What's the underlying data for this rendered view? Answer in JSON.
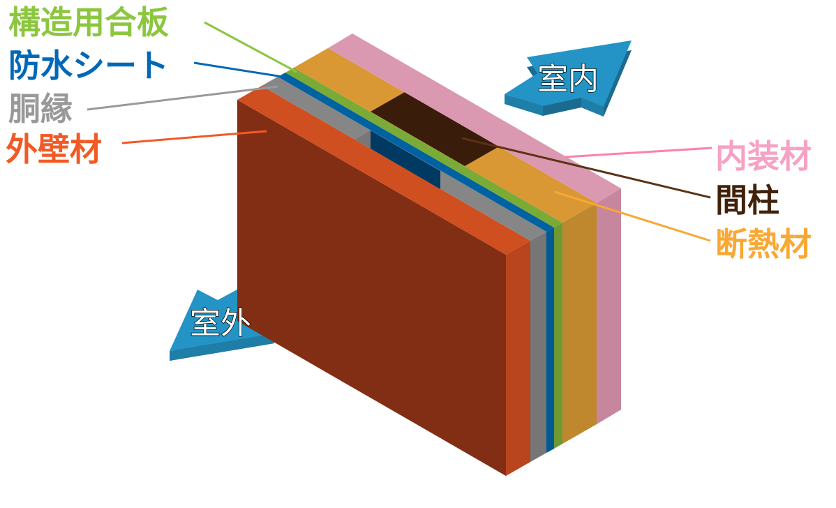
{
  "labels": {
    "structural_plywood": "構造用合板",
    "waterproof_sheet": "防水シート",
    "furring_strip": "胴縁",
    "exterior_wall": "外壁材",
    "interior_finish": "内装材",
    "stud": "間柱",
    "insulation": "断熱材"
  },
  "arrows": {
    "indoor": "室内",
    "outdoor": "室外"
  },
  "colors": {
    "structural_plywood": "#8cc63f",
    "waterproof_sheet": "#0068b7",
    "furring_strip": "#999999",
    "exterior_wall": "#f15a24",
    "interior_finish": "#f7a1c4",
    "stud": "#42210b",
    "insulation": "#f9a834",
    "arrow": "#2394c5"
  }
}
